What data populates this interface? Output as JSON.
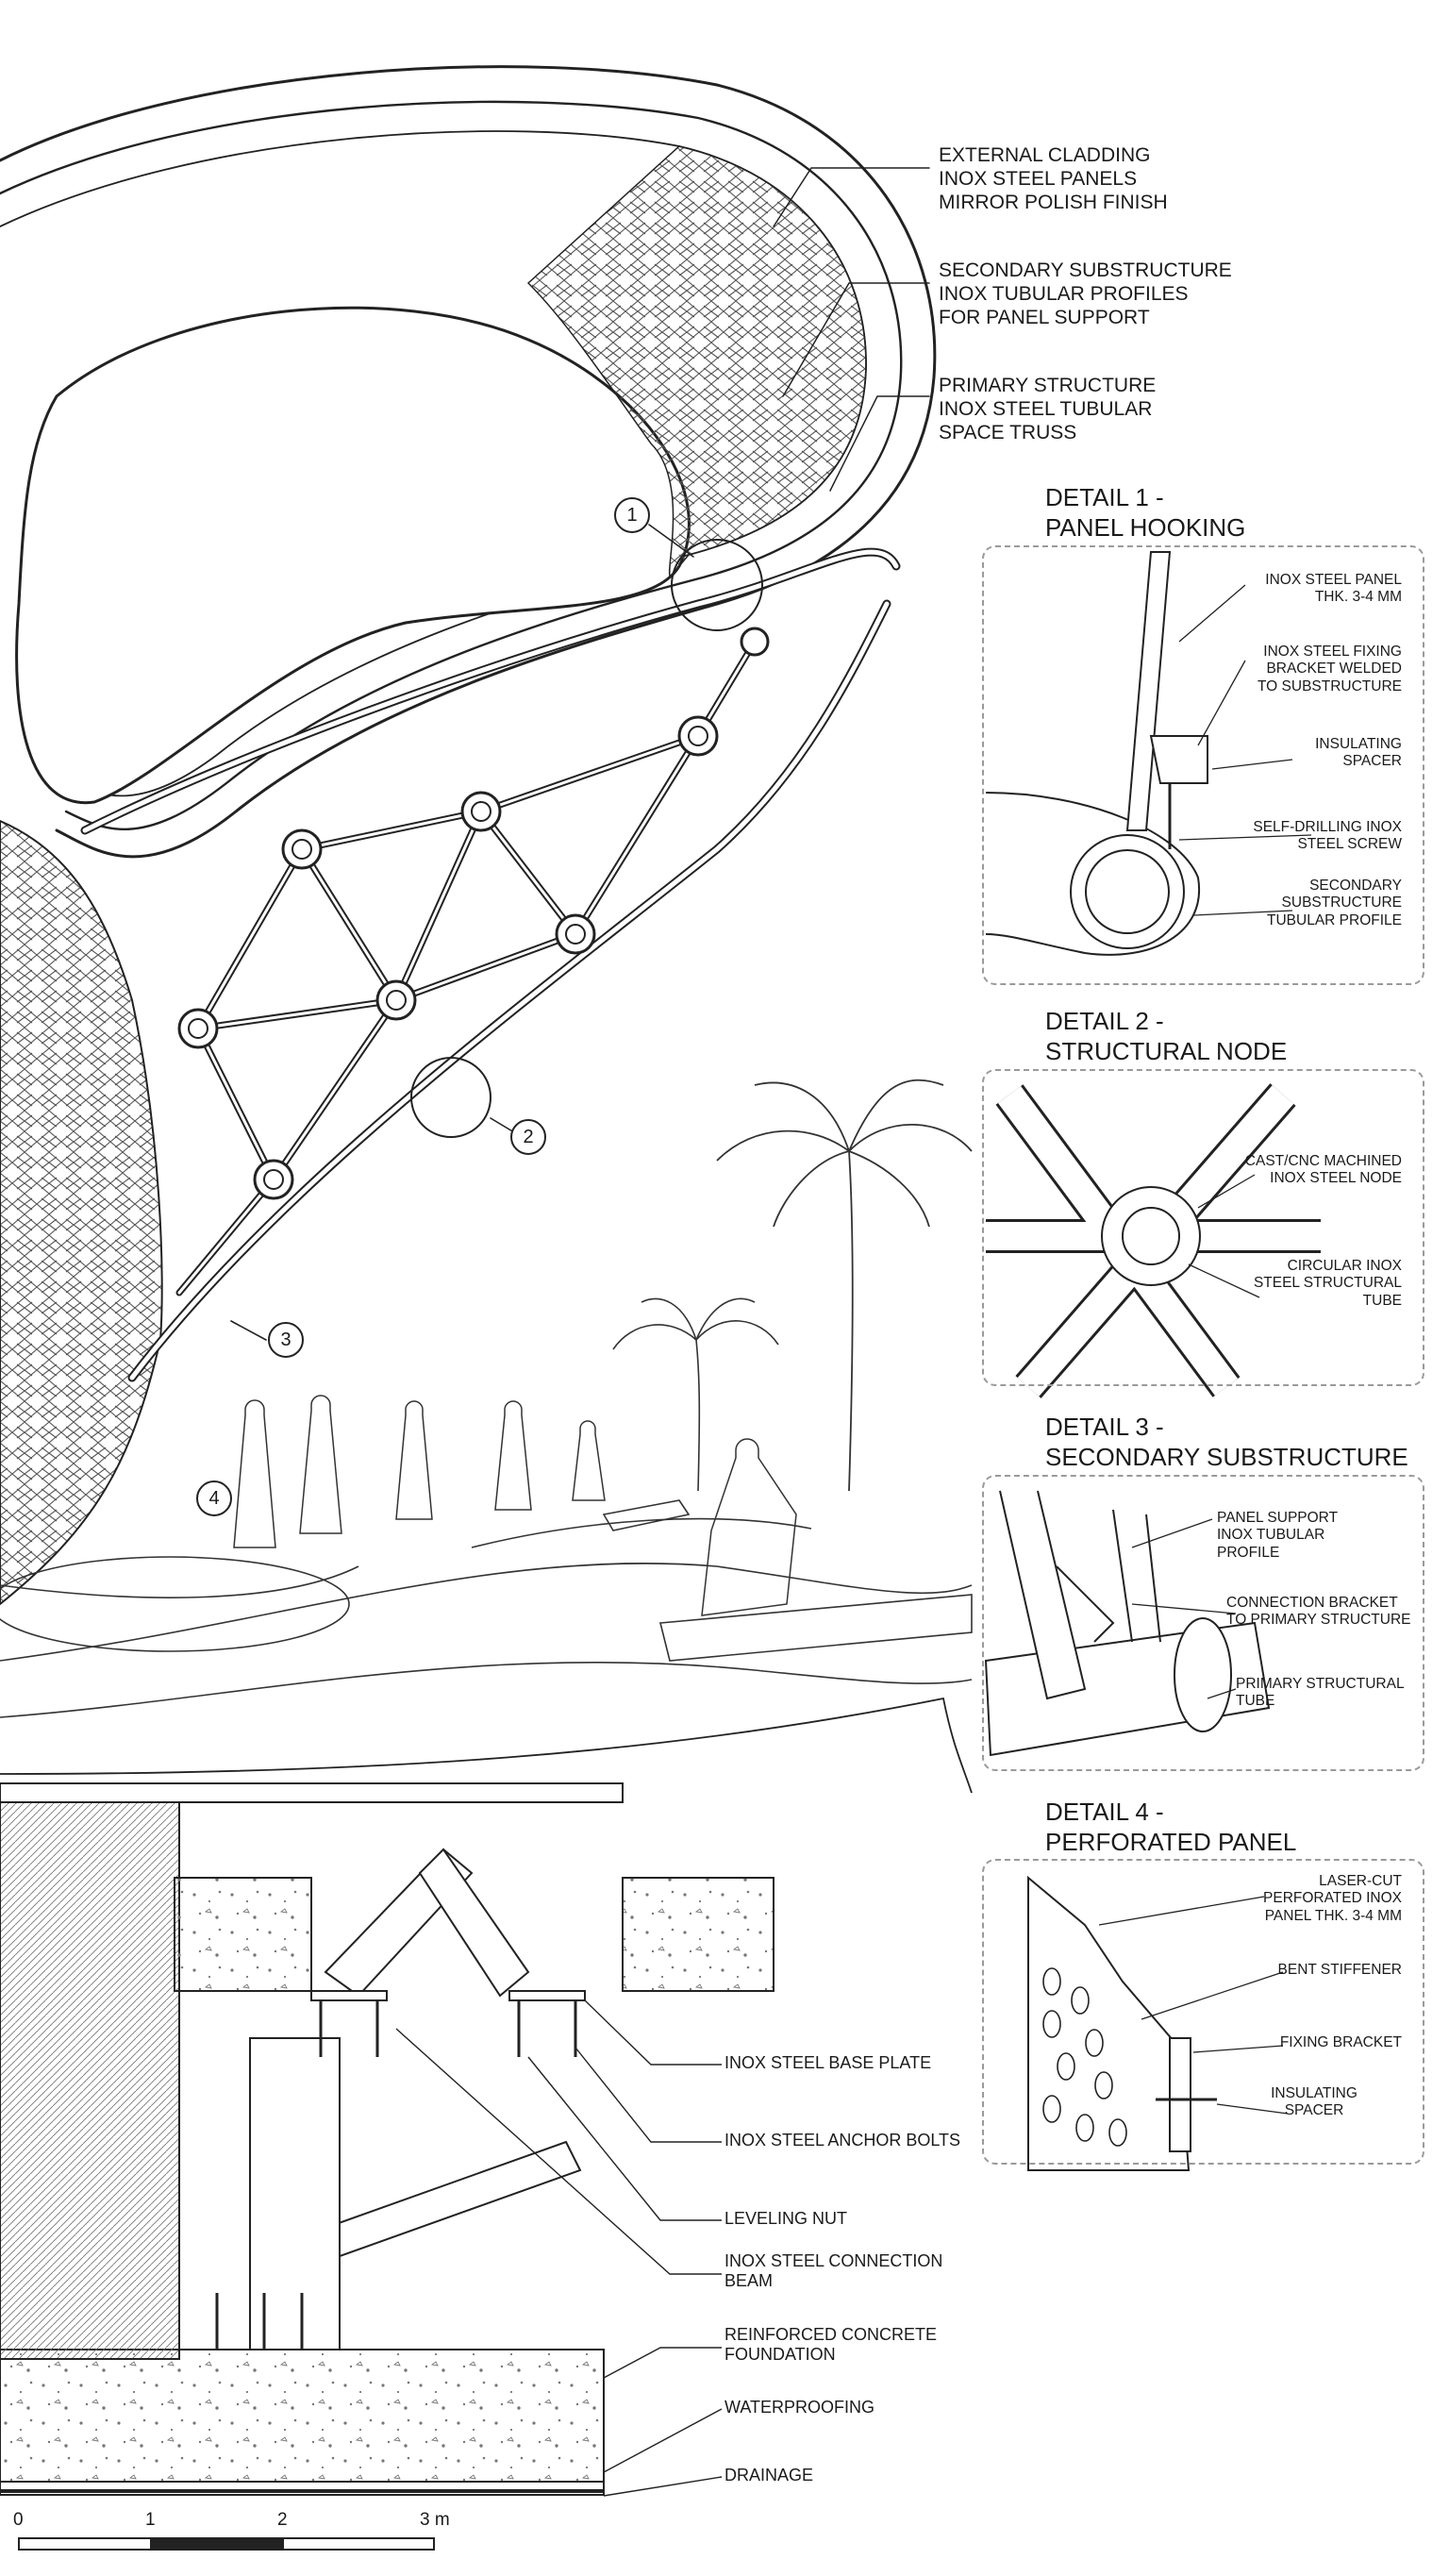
{
  "main_labels": [
    "EXTERNAL CLADDING\nINOX STEEL PANELS\nMIRROR POLISH FINISH",
    "SECONDARY SUBSTRUCTURE\nINOX TUBULAR PROFILES\nFOR PANEL SUPPORT",
    "PRIMARY STRUCTURE\nINOX STEEL TUBULAR\nSPACE TRUSS"
  ],
  "callouts": [
    "1",
    "2",
    "3",
    "4"
  ],
  "details": [
    {
      "title": "DETAIL 1 -\nPANEL HOOKING",
      "labels": [
        "INOX STEEL PANEL\nTHK. 3-4 mm",
        "INOX STEEL FIXING\nBRACKET WELDED\nTO SUBSTRUCTURE",
        "INSULATING\nSPACER",
        "SELF-DRILLING INOX\nSTEEL SCREW",
        "SECONDARY\nSUBSTRUCTURE\nTUBULAR PROFILE"
      ]
    },
    {
      "title": "DETAIL 2 -\nSTRUCTURAL NODE",
      "labels": [
        "CAST/CNC MACHINED\nINOX STEEL NODE",
        "CIRCULAR INOX\nSTEEL STRUCTURAL\nTUBE"
      ]
    },
    {
      "title": "DETAIL 3 -\nSECONDARY SUBSTRUCTURE",
      "labels": [
        "PANEL SUPPORT\nINOX TUBULAR\nPROFILE",
        "CONNECTION BRACKET\nTO PRIMARY STRUCTURE",
        "PRIMARY STRUCTURAL\nTUBE"
      ]
    },
    {
      "title": "DETAIL 4 -\nPERFORATED PANEL",
      "labels": [
        "LASER-CUT\nPERFORATED INOX\nPANEL THK. 3-4 mm",
        "BENT STIFFENER",
        "FIXING BRACKET",
        "INSULATING\nSPACER"
      ]
    }
  ],
  "foundation_labels": [
    "INOX STEEL BASE PLATE",
    "INOX STEEL ANCHOR BOLTS",
    "LEVELING NUT",
    "INOX STEEL CONNECTION\nBEAM",
    "REINFORCED CONCRETE\nFOUNDATION",
    "WATERPROOFING",
    "DRAINAGE"
  ],
  "scale_bar": {
    "ticks": [
      "0",
      "1",
      "2",
      "3 m"
    ]
  }
}
